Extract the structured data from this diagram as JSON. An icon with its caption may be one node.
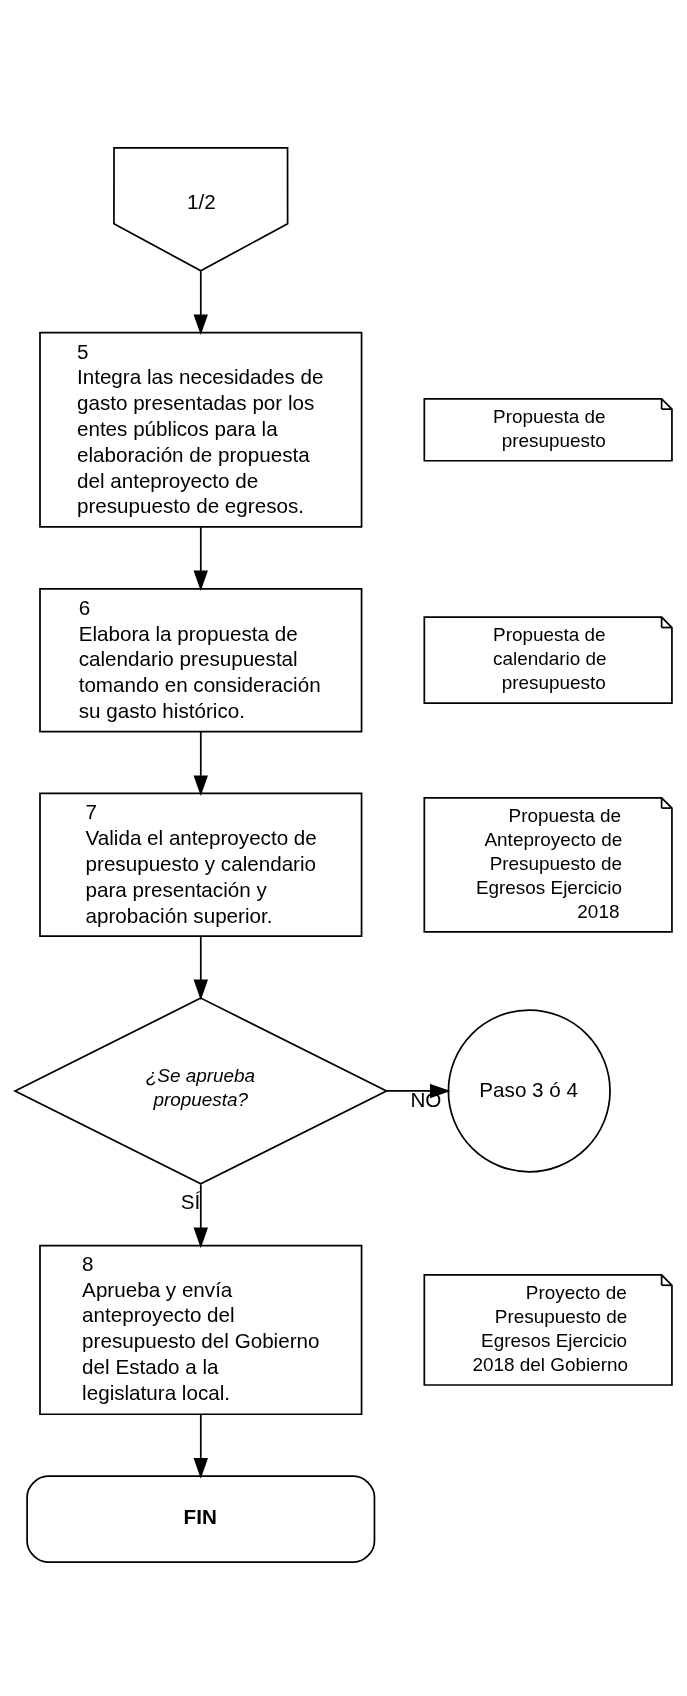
{
  "diagram": {
    "nodes": [
      {
        "text": [
          "1/2"
        ]
      },
      {
        "text": [
          "5",
          "Integra las necesidades de gasto presentadas por los entes públicos para la elaboración de propuesta del anteproyecto de presupuesto de egresos."
        ]
      },
      {
        "text": [
          "Propuesta de presupuesto"
        ]
      },
      {
        "text": [
          "6",
          "Elabora la propuesta de calendario presupuestal tomando en consideración su gasto histórico."
        ]
      },
      {
        "text": [
          "Propuesta de calendario de presupuesto"
        ]
      },
      {
        "text": [
          "7",
          "Valida el anteproyecto de presupuesto y calendario para presentación y aprobación superior."
        ]
      },
      {
        "text": [
          "Propuesta de Anteproyecto de Presupuesto de Egresos Ejercicio 2018"
        ]
      },
      {
        "text": [
          "¿Se aprueba propuesta?"
        ]
      },
      {
        "text": [
          "Paso 3 ó 4"
        ]
      },
      {
        "text": [
          "8",
          "Aprueba y envía anteproyecto del presupuesto del Gobierno del Estado a la legislatura local."
        ]
      },
      {
        "text": [
          "Proyecto de Presupuesto de Egresos Ejercicio 2018 del Gobierno"
        ]
      },
      {
        "text": [
          "FIN"
        ]
      }
    ],
    "edges": [
      {
        "from": 0,
        "to": 1,
        "arrow": "to"
      },
      {
        "from": 1,
        "to": 3,
        "arrow": "to"
      },
      {
        "from": 3,
        "to": 5,
        "arrow": "to"
      },
      {
        "from": 5,
        "to": 7,
        "arrow": "to"
      },
      {
        "from": 7,
        "to": 8,
        "arrow": "to",
        "label": "NO"
      },
      {
        "from": 7,
        "to": 9,
        "arrow": "to",
        "label": "SÍ"
      },
      {
        "from": 9,
        "to": 11,
        "arrow": "to"
      }
    ]
  }
}
